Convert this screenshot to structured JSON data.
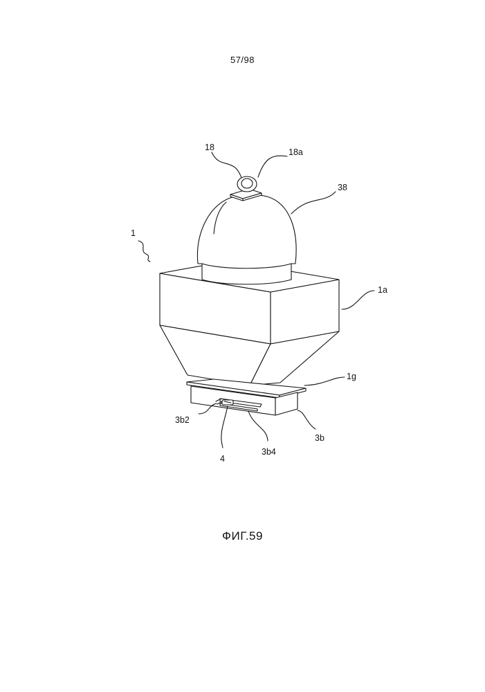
{
  "page_number": "57/98",
  "figure_caption": "ФИГ.59",
  "reference_labels": {
    "device": "1",
    "device_body": "1a",
    "flange_plate": "1g",
    "shutter_frame": "3b",
    "shutter_slot_end": "3b2",
    "shutter_slot": "3b4",
    "shutter_member": "4",
    "ring": "18",
    "ring_part": "18a",
    "dome_cap": "38"
  }
}
